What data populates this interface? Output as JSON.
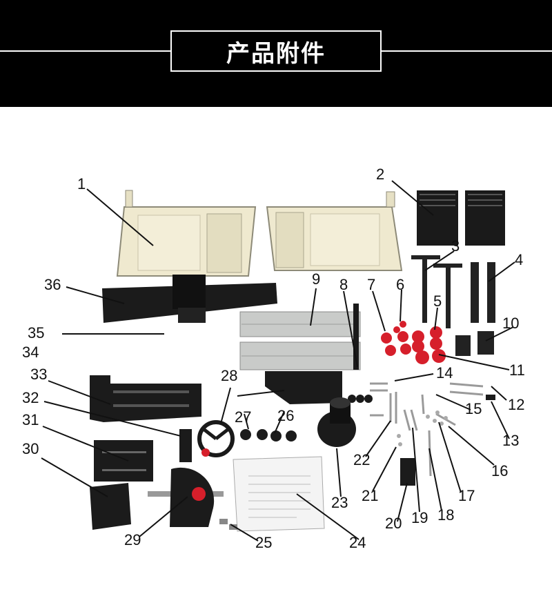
{
  "header": {
    "title": "产品附件"
  },
  "labels": [
    "1",
    "2",
    "3",
    "4",
    "5",
    "6",
    "7",
    "8",
    "9",
    "10",
    "11",
    "12",
    "13",
    "14",
    "15",
    "16",
    "17",
    "18",
    "19",
    "20",
    "21",
    "22",
    "23",
    "24",
    "25",
    "26",
    "27",
    "28",
    "29",
    "30",
    "31",
    "32",
    "33",
    "34",
    "35",
    "36"
  ]
}
